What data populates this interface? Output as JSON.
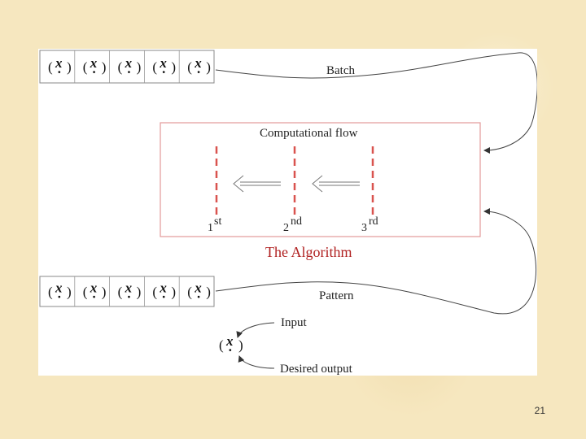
{
  "diagram": {
    "batch_label": "Batch",
    "pattern_label": "Pattern",
    "computational_flow_label": "Computational flow",
    "algorithm_label": "The Algorithm",
    "input_label": "Input",
    "desired_output_label": "Desired output",
    "pair_open": "(",
    "pair_close": ")",
    "pair_x": "x",
    "pair_dot": "·",
    "batch_cells_count": 5,
    "pattern_cells_count": 5,
    "stages": [
      {
        "number": "1",
        "suffix": "st"
      },
      {
        "number": "2",
        "suffix": "nd"
      },
      {
        "number": "3",
        "suffix": "rd"
      }
    ],
    "colors": {
      "dashed_line": "#d9534f",
      "box_border": "#e29a9a",
      "algorithm_title": "#b02020",
      "arrow": "#555555"
    }
  },
  "slide": {
    "page_number": "21"
  }
}
